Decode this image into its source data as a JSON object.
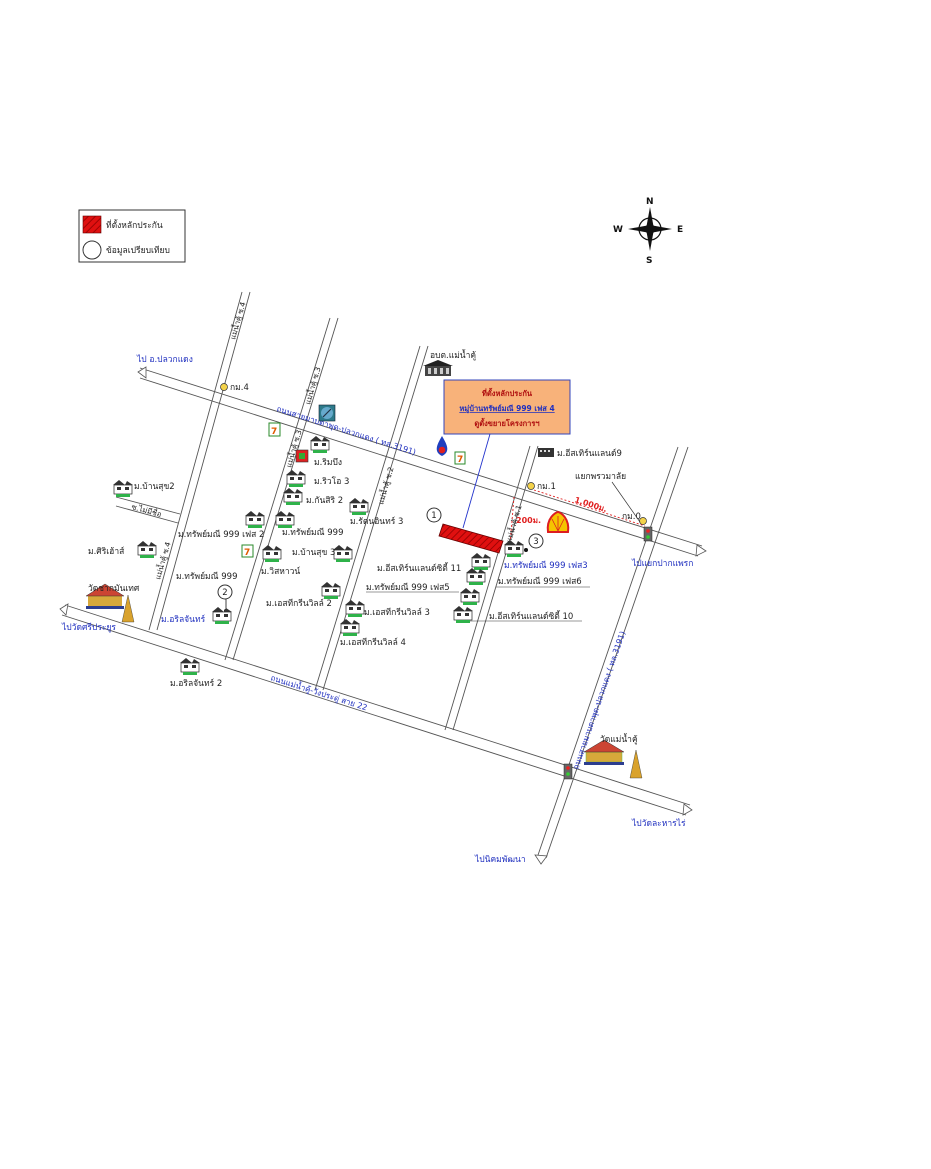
{
  "legend": {
    "subject_label": "ที่ตั้งหลักประกัน",
    "comparable_label": "ข้อมูลเปรียบเทียบ"
  },
  "compass": {
    "n": "N",
    "s": "S",
    "e": "E",
    "w": "W"
  },
  "callout": {
    "line1": "ที่ตั้งหลักประกัน",
    "line2": "หมู่บ้านทรัพย์มณี 999 เฟส 4",
    "line3": "ดูตั้งขยายโครงการฯ"
  },
  "destinations": {
    "to_pluak_daeng": "ไป อ.ปลวกแดง",
    "to_wat_sri_prayun": "ไปวัดศรีประยูร",
    "to_pak_phraek": "ไปแยกปากแพรก",
    "to_wat_ya_thra_rai": "ไปวัดละหารไร่",
    "to_nikom_phatthana": "ไปนิคมพัฒนา"
  },
  "roads": {
    "main_east_west": "ถนนสายมาบตาพุด-ปลวกแดง ( ทล.3191)",
    "south_road": "ถนนแม่น้ำคู้-วังประดู่ สาย 22",
    "east_road": "ถนนสายมาบตาพุด-ปลวกแดง ( ทล.3191)"
  },
  "sois": {
    "soi4_north": "แม่น้ำคู้ ซ.4",
    "soi3_north": "แม่น้ำคู้ ซ.3",
    "soi3": "แม่น้ำคู้ ซ.3",
    "soi2": "แม่น้ำคู้ ซ.2",
    "soi1": "แม่น้ำคู้ ซ.1",
    "soi4_south": "แม่น้ำคู้ ซ.4",
    "soi_maimee": "ซ.ไม่มีชื่อ"
  },
  "km_markers": {
    "km4": "กม.4",
    "km1": "กม.1",
    "km0": "กม.0"
  },
  "distances": {
    "d1000": "1,000ม.",
    "d200": "200ม."
  },
  "landmarks": {
    "obt": "อบต.แม่น้ำคู้",
    "wat_mae_nam_khu": "วัดแม่น้ำคู้",
    "wat_chak_man": "วัดชากมันเทศ",
    "intersection": "แยกพรวมาลัย",
    "eastern_land9": "ม.อีสเทิร์นแลนด์9"
  },
  "comparables": {
    "c1": "1",
    "c2": "2",
    "c3": "3"
  },
  "villages": {
    "ban_suk2": "ม.บ้านสุข2",
    "silpa": "ม.ศิริเฮ้าส์",
    "sap_mani_999_f2": "ม.ทรัพย์มณี 999 เฟส 2",
    "sap_mani_999_a": "ม.ทรัพย์มณี 999",
    "sap_mani_999_b": "ม.ทรัพย์มณี 999",
    "aridchan_a": "ม.อริลจันทร์",
    "aridchan2": "ม.อริลจันทร์ 2",
    "rim_bueng": "ม.ริมบึง",
    "river3": "ม.ริวโอ 3",
    "kanthiri2": "ม.กันสิริ 2",
    "ratchanin3": "ม.รัตนอินทร์ 3",
    "ban_suk3": "ม.บ้านสุข 3",
    "wisahawan": "ม.วิสหาวน์",
    "estern_green2": "ม.เอสทีกรีนวิลล์ 2",
    "estern_green3": "ม.เอสทีกรีนวิลล์ 3",
    "estern_green4": "ม.เอสทีกรีนวิลล์ 4",
    "eastern_city11": "ม.อีสเทิร์นแลนด์ซิตี้ 11",
    "sap_mani_f5": "ม.ทรัพย์มณี 999 เฟส5",
    "sap_mani_f3": "ม.ทรัพย์มณี 999 เฟส3",
    "sap_mani_f6": "ม.ทรัพย์มณี 999 เฟส6",
    "eastern_city10": "ม.อีสเทิร์นแลนด์ซิตี้ 10"
  },
  "colors": {
    "subject_red": "#e01010",
    "callout_fill": "#f8b27a",
    "text_blue": "#1f2fbf",
    "shell_yellow": "#f5c400",
    "shell_red": "#dd1d21"
  }
}
